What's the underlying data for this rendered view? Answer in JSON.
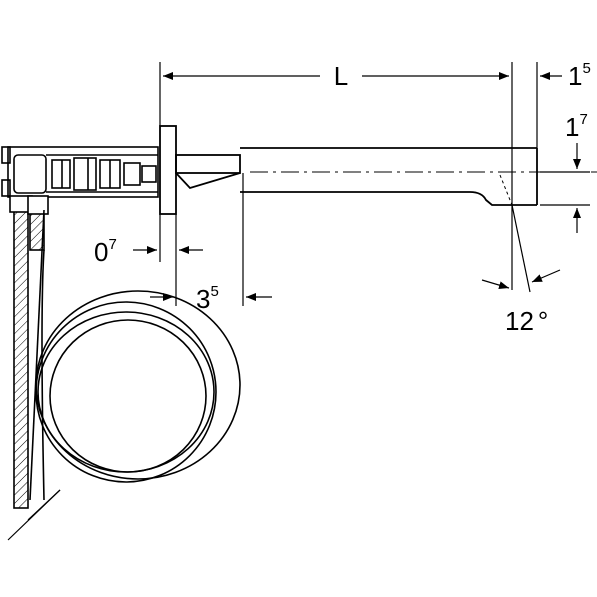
{
  "dimensions": {
    "length": {
      "base": "L",
      "sup": ""
    },
    "spout_tip_offset": {
      "base": "1",
      "sup": "5"
    },
    "spout_height": {
      "base": "1",
      "sup": "7"
    },
    "wall_gap": {
      "base": "0",
      "sup": "7"
    },
    "rosette_depth": {
      "base": "3",
      "sup": "5"
    },
    "angle": {
      "base": "12",
      "sup": "",
      "unit": "°"
    }
  },
  "colors": {
    "line": "#000000",
    "background": "#ffffff"
  }
}
